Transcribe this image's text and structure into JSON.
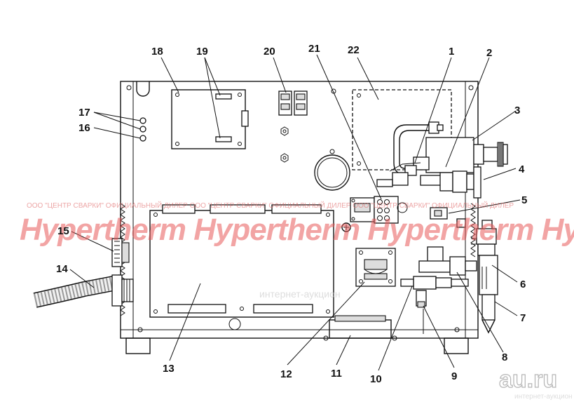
{
  "callouts": {
    "c1": "1",
    "c2": "2",
    "c3": "3",
    "c4": "4",
    "c5": "5",
    "c6": "6",
    "c7": "7",
    "c8": "8",
    "c9": "9",
    "c10": "10",
    "c11": "11",
    "c12": "12",
    "c13": "13",
    "c14": "14",
    "c15": "15",
    "c16": "16",
    "c17": "17",
    "c18": "18",
    "c19": "19",
    "c20": "20",
    "c21": "21",
    "c22": "22"
  },
  "watermark": {
    "brand": "Hypertherm Hypertherm Hypertherm Hypertherm H",
    "dealer_line": "ООО \"ЦЕНТР СВАРКИ\"   ОФИЦИАЛЬНЫЙ ДИЛЕР   ООО \"ЦЕНТР СВАРКИ\"   ОФИЦИАЛЬНЫЙ ДИЛЕР   ООО \"ЦЕНТР СВАРКИ\"   ОФИЦИАЛЬНЫЙ ДИЛЕР",
    "ghost": "интернет-аукцион",
    "site_logo": "au.ru",
    "site_sub": "интернет-аукцион"
  }
}
